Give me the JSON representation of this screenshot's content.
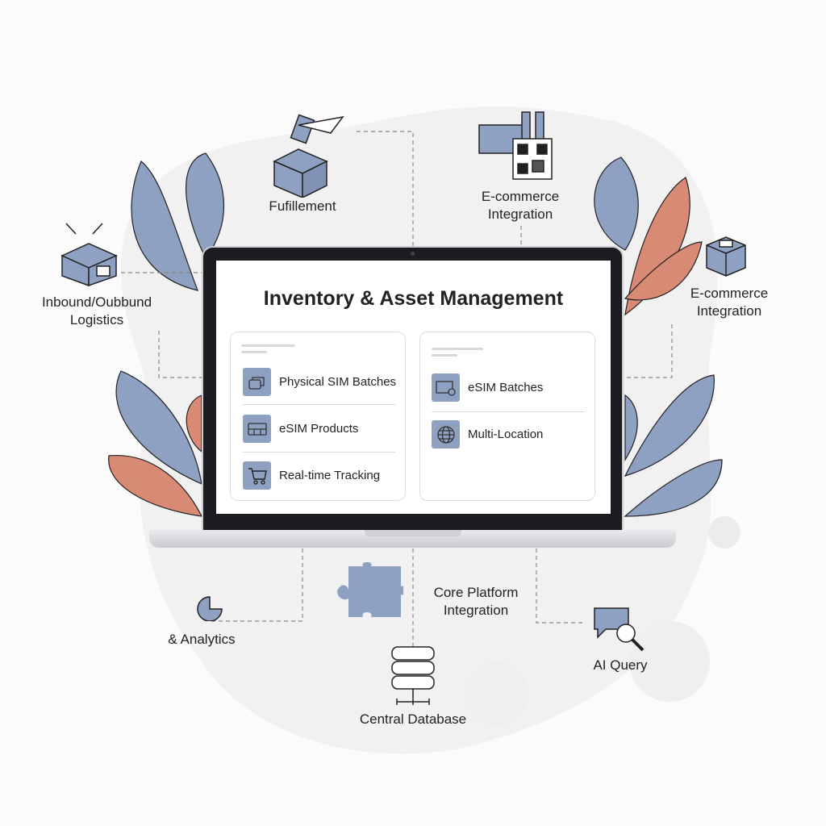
{
  "title": "Inventory & Asset Management",
  "left_card": {
    "items": [
      {
        "label": "Physical SIM Batches",
        "icon": "sim-cards-icon"
      },
      {
        "label": "eSIM Products",
        "icon": "esim-chip-icon"
      },
      {
        "label": "Real-time Tracking",
        "icon": "cart-icon"
      }
    ]
  },
  "right_card": {
    "items": [
      {
        "label": "eSIM Batches",
        "icon": "esim-card-icon"
      },
      {
        "label": "Multi-Location",
        "icon": "globe-icon"
      }
    ]
  },
  "nodes": {
    "fulfillment": "Fufillement",
    "ecommerce_top": [
      "E-commerce",
      "Integration"
    ],
    "logistics": [
      "Inbound/Oubbund",
      "Logistics"
    ],
    "ecommerce_right": [
      "E-commerce",
      "Integration"
    ],
    "analytics": "& Analytics",
    "core": [
      "Core Platform",
      "Integration"
    ],
    "ai_query": "AI Query",
    "database": "Central Database"
  },
  "colors": {
    "blue": "#8fa1c3",
    "red": "#d98a74",
    "ink": "#222222"
  }
}
